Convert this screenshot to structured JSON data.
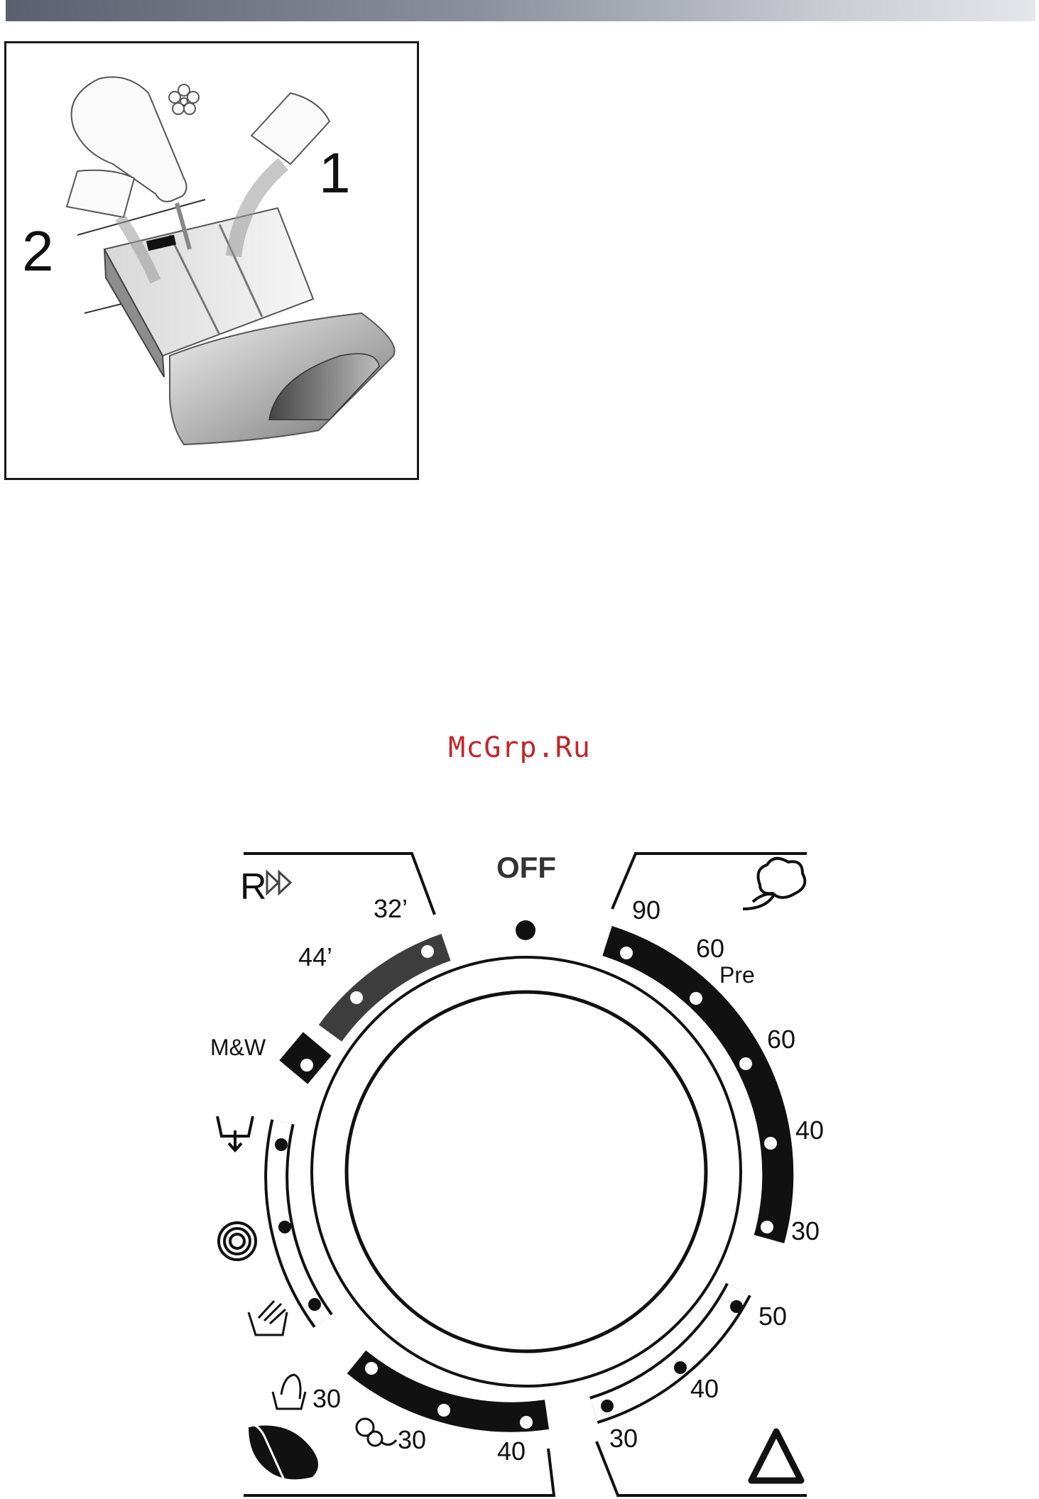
{
  "header": {
    "bar_colors": [
      "#5b6070",
      "#e4e6ea"
    ]
  },
  "dispenser": {
    "compartment_1": "1",
    "compartment_2": "2",
    "icons": [
      "flower-icon",
      "softener-bottle-icon",
      "detergent-cup-icon"
    ]
  },
  "watermark": {
    "text": "McGrp.Ru",
    "color": "#c0262c"
  },
  "dial": {
    "off_label": "OFF",
    "quick": {
      "icon": "rapid-icon",
      "icon_text": "R",
      "t32": "32’",
      "t44": "44’"
    },
    "mw_label": "M&W",
    "cotton": {
      "icon": "cotton-icon",
      "t90": "90",
      "t60": "60",
      "pre": "Pre",
      "t60b": "60",
      "t40": "40",
      "t30": "30"
    },
    "synthetic": {
      "icon": "triangle-icon",
      "t50": "50",
      "t40": "40",
      "t30": "30"
    },
    "delicate": {
      "icon": "feather-icon",
      "t40": "40",
      "wool": "30",
      "handwash": "30"
    },
    "extras": [
      "drain-icon",
      "spin-icon",
      "rinse-icon"
    ],
    "colors": {
      "ink": "#111111",
      "quick_segment": "#3d3d3d"
    }
  }
}
